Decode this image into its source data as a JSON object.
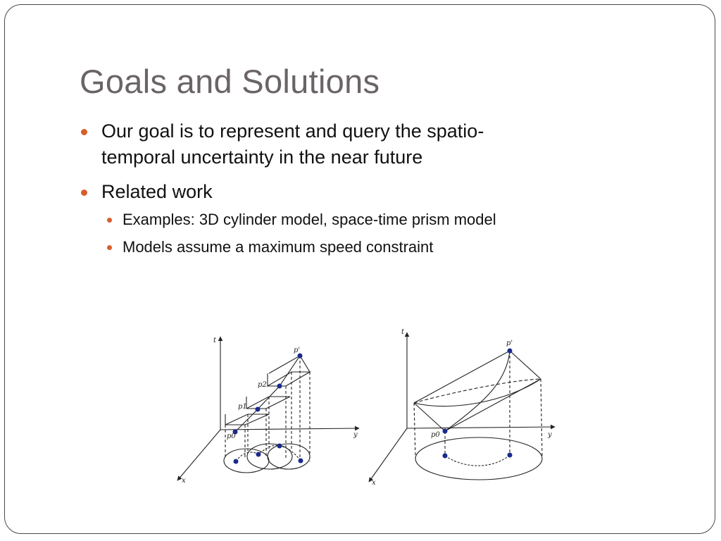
{
  "slide": {
    "title": "Goals and Solutions",
    "bullets": [
      {
        "text": "Our goal is to represent and query the spatio-temporal uncertainty in the near future",
        "line1": "Our goal is to represent and query the spatio-",
        "line2": "temporal uncertainty in the near future"
      },
      {
        "text": "Related work"
      }
    ],
    "sub_bullets": [
      {
        "text": "Examples: 3D cylinder model, space-time prism model"
      },
      {
        "text": "Models assume a maximum speed constraint"
      }
    ],
    "accent_color": "#d75f2b",
    "title_color": "#6b6466"
  },
  "figures": {
    "left": {
      "labels": {
        "t": "t",
        "y": "y",
        "x": "x",
        "p0": "p0",
        "p1": "p1",
        "p2": "p2",
        "pp": "p'"
      }
    },
    "right": {
      "labels": {
        "t": "t",
        "y": "y",
        "x": "x",
        "p0": "p0",
        "pp": "p'"
      }
    }
  }
}
